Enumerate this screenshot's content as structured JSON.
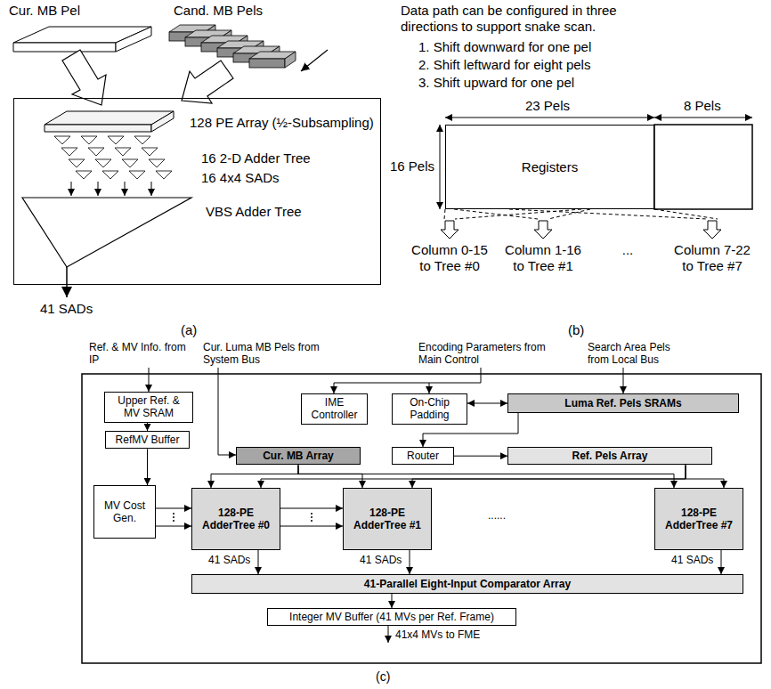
{
  "diagram": {
    "nodes": [
      {
        "text": [
          "128 PE Array (½-Subsampling)",
          "16 2-D Adder Tree",
          "16 4x4 SADs",
          "VBS Adder Tree"
        ]
      },
      {
        "text": [
          "Registers"
        ]
      },
      {
        "text": [
          "Upper Ref. & MV SRAM"
        ]
      },
      {
        "text": [
          "IME Controller"
        ]
      },
      {
        "text": [
          "On-Chip Padding"
        ]
      },
      {
        "text": [
          "Luma Ref. Pels SRAMs"
        ]
      },
      {
        "text": [
          "RefMV Buffer"
        ]
      },
      {
        "text": [
          "Cur. MB Array"
        ]
      },
      {
        "text": [
          "Router"
        ]
      },
      {
        "text": [
          "Ref. Pels Array"
        ]
      },
      {
        "text": [
          "MV Cost Gen."
        ]
      },
      {
        "text": [
          "128-PE AdderTree #0"
        ]
      },
      {
        "text": [
          "128-PE AdderTree #1"
        ]
      },
      {
        "text": [
          "128-PE AdderTree #7"
        ]
      },
      {
        "text": [
          "41-Parallel Eight-Input Comparator Array"
        ]
      },
      {
        "text": [
          "Integer MV Buffer (41 MVs per Ref. Frame)"
        ]
      }
    ],
    "edges": [
      {
        "from": 2,
        "to": 6,
        "arrow": "to"
      },
      {
        "from": 6,
        "to": 10,
        "arrow": "to"
      },
      {
        "from": 4,
        "to": 5,
        "arrow": "both"
      },
      {
        "from": 5,
        "to": 8,
        "arrow": "to"
      },
      {
        "from": 8,
        "to": 9,
        "arrow": "to"
      },
      {
        "from": 10,
        "to": 11,
        "arrow": "to"
      },
      {
        "from": 11,
        "to": 12,
        "arrow": "to"
      },
      {
        "from": 7,
        "to": 11,
        "arrow": "to"
      },
      {
        "from": 7,
        "to": 12,
        "arrow": "to"
      },
      {
        "from": 7,
        "to": 13,
        "arrow": "to"
      },
      {
        "from": 9,
        "to": 11,
        "arrow": "to"
      },
      {
        "from": 9,
        "to": 12,
        "arrow": "to"
      },
      {
        "from": 9,
        "to": 13,
        "arrow": "to"
      },
      {
        "from": 11,
        "to": 14,
        "arrow": "to",
        "label": "41 SADs"
      },
      {
        "from": 12,
        "to": 14,
        "arrow": "to",
        "label": "41 SADs"
      },
      {
        "from": 13,
        "to": 14,
        "arrow": "to",
        "label": "41 SADs"
      },
      {
        "from": 14,
        "to": 15,
        "arrow": "to"
      }
    ],
    "labels": [
      "Cur. MB Pel",
      "Cand. MB Pels",
      "41 SADs",
      "(a)",
      "Data path can be configured in three directions to support snake scan.",
      "1. Shift downward for one pel",
      "2. Shift leftward for eight pels",
      "3. Shift upward for one pel",
      "23 Pels",
      "8 Pels",
      "16 Pels",
      "Column 0-15 to Tree #0",
      "Column 1-16 to Tree #1",
      "...",
      "Column 7-22 to Tree #7",
      "(b)",
      "Ref. & MV Info. from IP",
      "Cur. Luma MB Pels from System Bus",
      "Encoding Parameters from Main Control",
      "Search Area Pels from Local Bus",
      "......",
      "41x4 MVs to FME",
      "(c)"
    ]
  }
}
